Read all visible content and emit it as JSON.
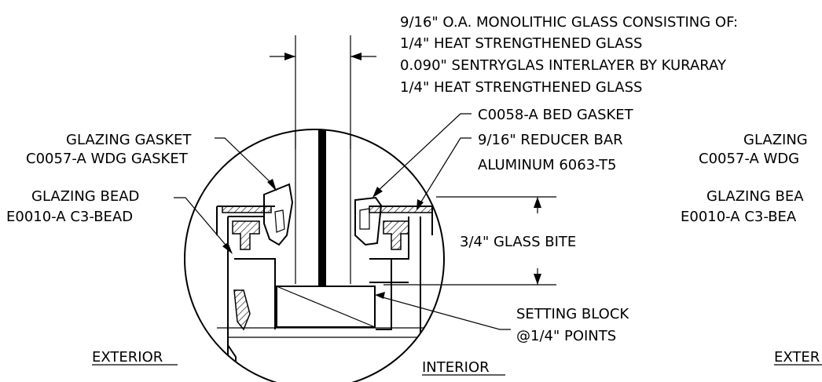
{
  "glass_spec": {
    "line1": "9/16\" O.A. MONOLITHIC GLASS CONSISTING OF:",
    "line2": "1/4\" HEAT STRENGTHENED GLASS",
    "line3": "0.090\" SENTRYGLAS INTERLAYER BY KURARAY",
    "line4": "1/4\" HEAT STRENGTHENED GLASS"
  },
  "left_labels": {
    "glazing_gasket": "GLAZING GASKET",
    "wdg_gasket": "C0057-A WDG GASKET",
    "glazing_bead": "GLAZING BEAD",
    "c3_bead": "E0010-A C3-BEAD"
  },
  "right_labels": {
    "bed_gasket": "C0058-A BED GASKET",
    "reducer_bar": "9/16\" REDUCER BAR",
    "aluminum": "ALUMINUM 6063-T5",
    "glass_bite": "3/4\" GLASS BITE",
    "setting_block": "SETTING BLOCK",
    "points": "@1/4\" POINTS"
  },
  "far_right_labels": {
    "glazing": "GLAZING",
    "wdg": "C0057-A WDG",
    "glazing_bea": "GLAZING BEA",
    "c3_bea": "E0010-A C3-BEA",
    "exter": "EXTER"
  },
  "side_labels": {
    "exterior": "EXTERIOR",
    "interior": "INTERIOR"
  },
  "colors": {
    "line": "#000000",
    "background": "#ffffff"
  }
}
